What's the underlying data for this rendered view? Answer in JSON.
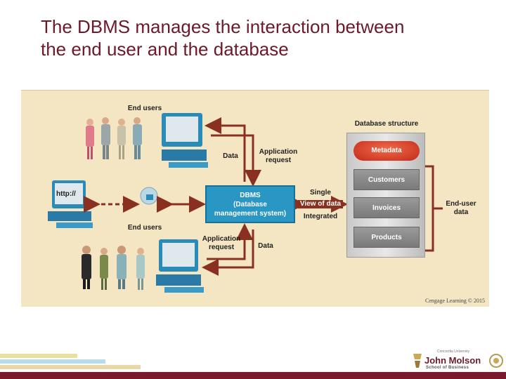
{
  "slide": {
    "title_line1": "The DBMS manages the interaction between",
    "title_line2": "the end user and the database"
  },
  "diagram": {
    "end_users_top": "End users",
    "end_users_middle": "End users",
    "http_label": "http://",
    "data_top": "Data",
    "app_request_top": "Application request",
    "app_request_bottom": "Application request",
    "data_bottom": "Data",
    "dbms_line1": "DBMS",
    "dbms_line2": "(Database",
    "dbms_line3": "management system)",
    "single": "Single",
    "view_of_data": "View of data",
    "integrated": "Integrated",
    "db_structure": "Database structure",
    "metadata": "Metadata",
    "customers": "Customers",
    "invoices": "Invoices",
    "products": "Products",
    "end_user_data": "End-user data",
    "credit": "Cengage Learning © 2015"
  },
  "colors": {
    "title": "#6b1a2a",
    "figure_bg": "#f4e6c3",
    "arrow": "#8a3020",
    "dbms_box": "#2a96c4",
    "metadata_pill": "#d2381f",
    "table_box": "#8a8a8a",
    "footer": "#7a1a2e"
  },
  "logo": {
    "university": "Concordia University",
    "name": "John Molson",
    "school": "School of Business"
  }
}
